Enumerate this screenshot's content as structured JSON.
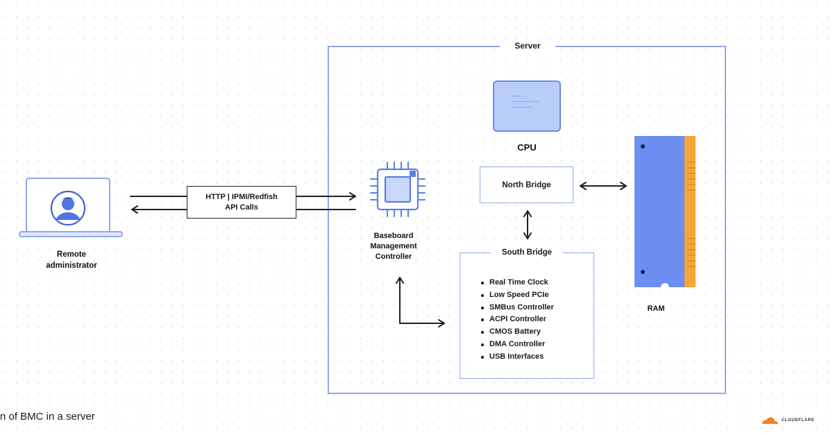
{
  "server": {
    "title": "Server"
  },
  "cpu": {
    "label": "CPU"
  },
  "north_bridge": {
    "label": "North Bridge"
  },
  "south_bridge": {
    "title": "South Bridge",
    "items": [
      "Real Time Clock",
      "Low Speed PCIe",
      "SMBus Controller",
      "ACPI Controller",
      "CMOS Battery",
      "DMA Controller",
      "USB Interfaces"
    ]
  },
  "bmc": {
    "label_line1": "Baseboard",
    "label_line2": "Management",
    "label_line3": "Controller"
  },
  "ram": {
    "label": "RAM"
  },
  "api_calls": {
    "line1": "HTTP | IPMI/Redfish",
    "line2": "API Calls"
  },
  "remote_admin": {
    "line1": "Remote",
    "line2": "administrator"
  },
  "caption": "n of BMC in a server",
  "brand": {
    "name": "CLOUDFLARE"
  },
  "colors": {
    "frame_blue": "#8fa8ea",
    "chip_blue": "#6a8ae6",
    "cpu_fill": "#b9cdfa",
    "ram_blue": "#6b8ef0",
    "ram_orange": "#f4a638",
    "brand_orange": "#f38020"
  }
}
